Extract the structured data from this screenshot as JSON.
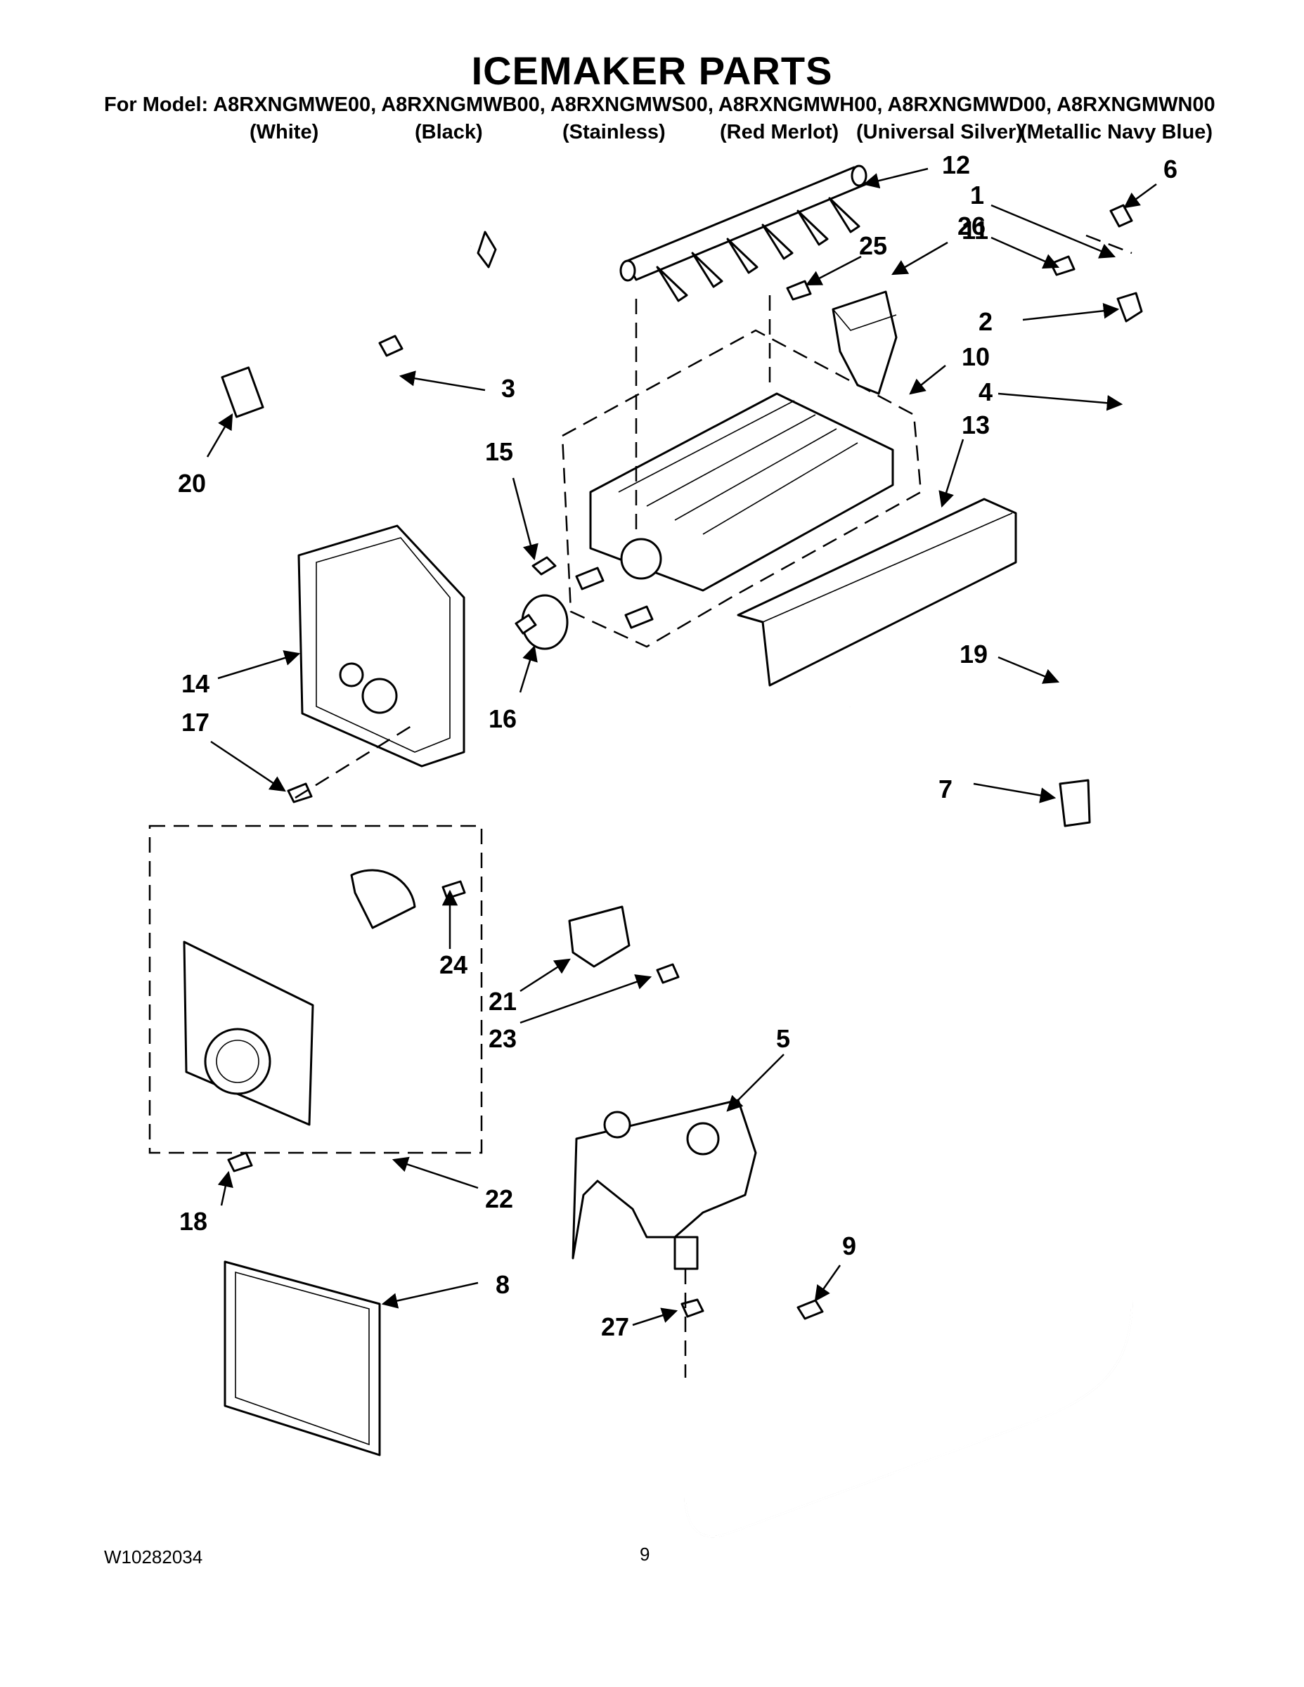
{
  "header": {
    "title": "ICEMAKER PARTS",
    "models_line": "For Model: A8RXNGMWE00, A8RXNGMWB00, A8RXNGMWS00, A8RXNGMWH00, A8RXNGMWD00, A8RXNGMWN00",
    "variants": [
      "(White)",
      "(Black)",
      "(Stainless)",
      "(Red Merlot)",
      "(Universal Silver)",
      "(Metallic Navy Blue)"
    ]
  },
  "callouts": [
    "1",
    "2",
    "3",
    "4",
    "5",
    "6",
    "7",
    "8",
    "9",
    "10",
    "11",
    "12",
    "13",
    "14",
    "15",
    "16",
    "17",
    "18",
    "19",
    "20",
    "21",
    "22",
    "23",
    "24",
    "25",
    "26",
    "27"
  ],
  "footer": {
    "doc_number": "W10282034",
    "page_number": "9"
  }
}
